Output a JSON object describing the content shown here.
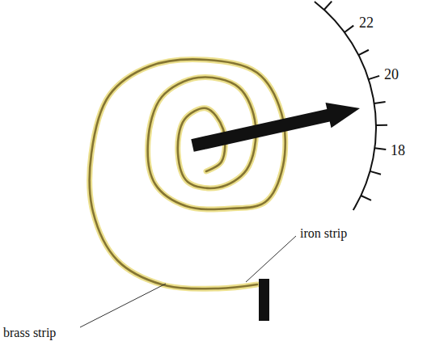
{
  "diagram": {
    "labels": [
      "22",
      "20",
      "18",
      "iron strip",
      "brass strip"
    ]
  }
}
